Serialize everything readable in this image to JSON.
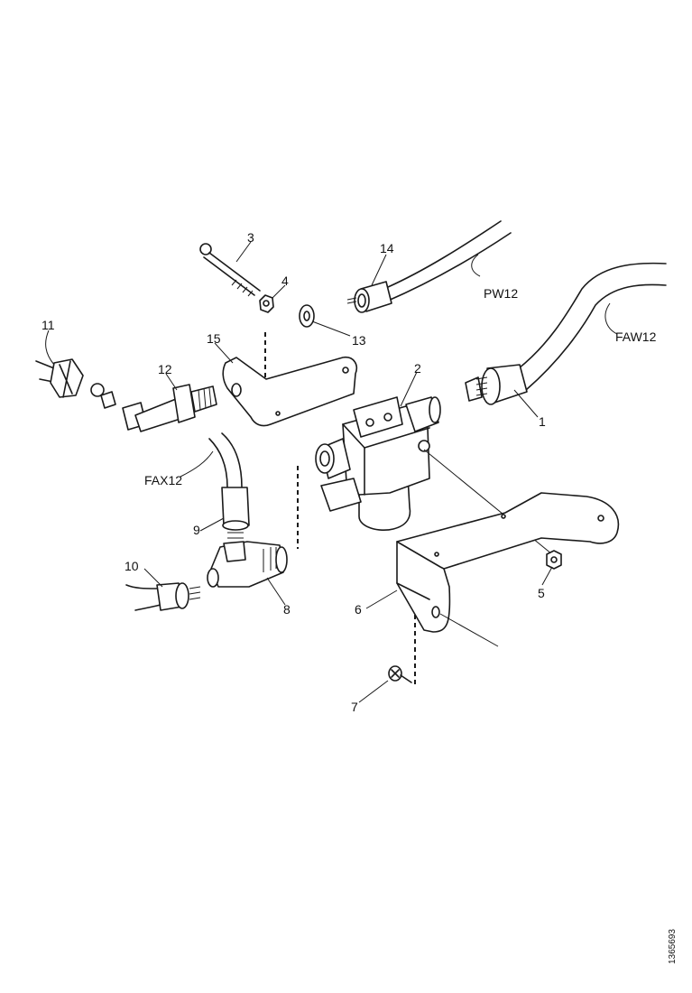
{
  "callouts": {
    "c1": "1",
    "c2": "2",
    "c3": "3",
    "c4": "4",
    "c5": "5",
    "c6": "6",
    "c7": "7",
    "c8": "8",
    "c9": "9",
    "c10": "10",
    "c11": "11",
    "c12": "12",
    "c13": "13",
    "c14": "14",
    "c15": "15"
  },
  "hose_labels": {
    "pw12": "PW12",
    "faw12": "FAW12",
    "fax12": "FAX12"
  },
  "document_number": "1365693"
}
